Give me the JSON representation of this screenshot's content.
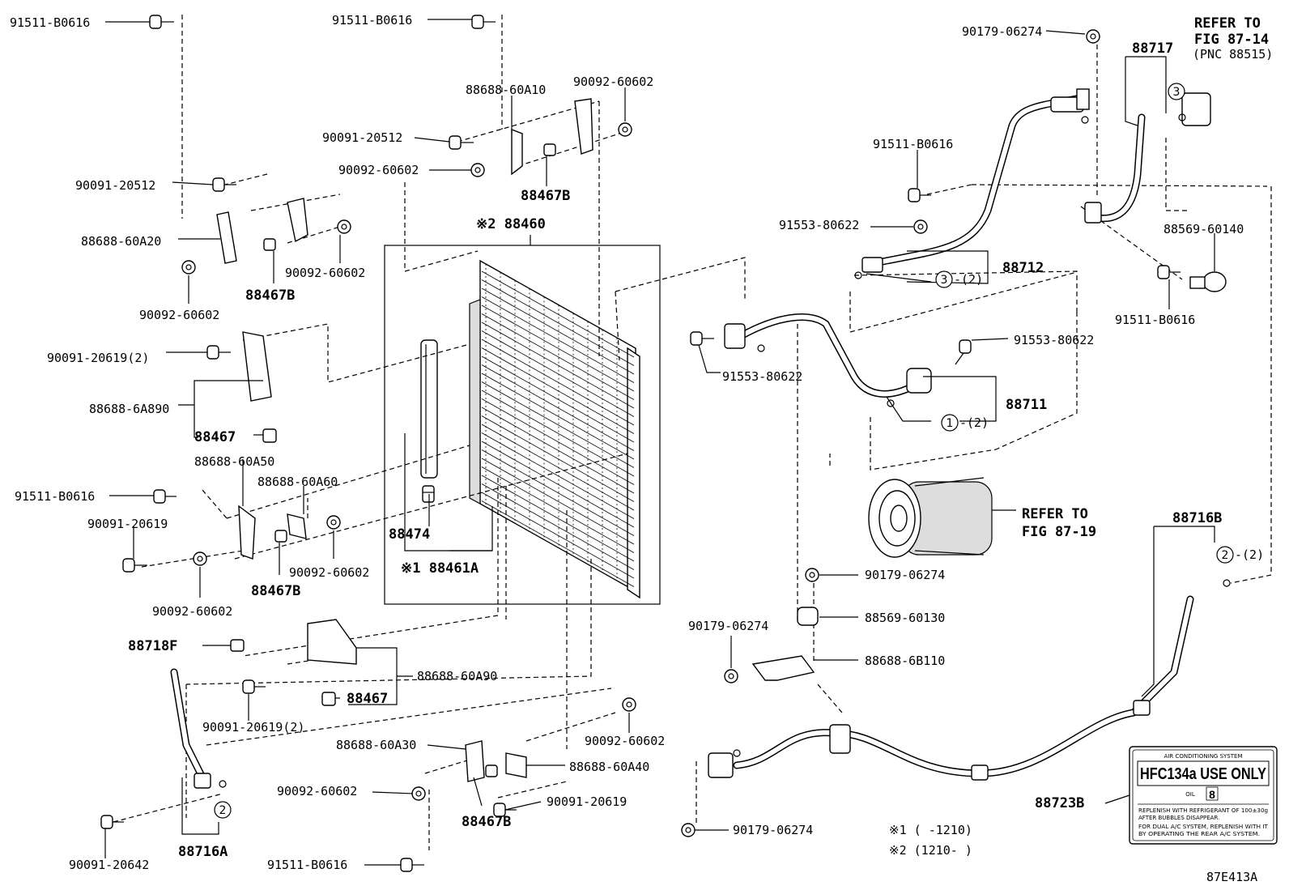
{
  "figure_id": "87E413A",
  "labels": {
    "l1": "91511-B0616",
    "l2": "91511-B0616",
    "l3": "90179-06274",
    "l4": "REFER TO",
    "l5": "FIG 87-14",
    "l6": "(PNC 88515)",
    "l7": "88717",
    "l8": "88688-60A10",
    "l9": "90092-60602",
    "l10": "90091-20512",
    "l11": "90092-60602",
    "l12": "88467B",
    "l13": "91511-B0616",
    "l14": "90091-20512",
    "l15": "※2 88460",
    "l16": "91553-80622",
    "l17": "88569-60140",
    "l18": "88688-60A20",
    "l19": "90092-60602",
    "l20": "88712",
    "l21": "88467B",
    "l22": "90092-60602",
    "l23": "91511-B0616",
    "l24": "90091-20619(2)",
    "l25": "91553-80622",
    "l26": "91553-80622",
    "l27": "88688-6A890",
    "l28": "88711",
    "l29": "88467",
    "l30": "88688-60A50",
    "l31": "88688-60A60",
    "l32": "91511-B0616",
    "l33": "REFER TO",
    "l34": "FIG 87-19",
    "l35": "88716B",
    "l36": "90091-20619",
    "l37": "88474",
    "l38": "※1 88461A",
    "l39": "90092-60602",
    "l40": "90179-06274",
    "l41": "88467B",
    "l42": "90092-60602",
    "l43": "88569-60130",
    "l44": "90179-06274",
    "l45": "88718F",
    "l46": "88688-6B110",
    "l47": "88688-60A90",
    "l48": "88467",
    "l49": "90091-20619(2)",
    "l50": "90092-60602",
    "l51": "88688-60A30",
    "l52": "88688-60A40",
    "l53": "90092-60602",
    "l54": "90091-20619",
    "l55": "88723B",
    "l56": "88467B",
    "l57": "90179-06274",
    "l58": "90091-20642",
    "l59": "91511-B0616",
    "l60": "88716A",
    "l61": "※1 (    -1210)",
    "l62": "※2 (1210-    )"
  },
  "callouts": {
    "c1": "3",
    "c2": "3",
    "c3": "1",
    "c4": "2",
    "c5": "2",
    "q1": "-(2)",
    "q2": "-(2)",
    "q3": "-(2)"
  },
  "label_plate": {
    "header": "AIR CONDITIONING SYSTEM",
    "main": "HFC134a USE ONLY",
    "oil_label": "OIL",
    "oil_value": "8",
    "note_line1": "REPLENISH WITH REFRIGERANT OF 100±30g",
    "note_line2": "AFTER BUBBLES DISAPPEAR.",
    "note_line3": "FOR DUAL A/C SYSTEM, REPLENISH WITH IT",
    "note_line4": "BY OPERATING THE REAR A/C SYSTEM."
  }
}
